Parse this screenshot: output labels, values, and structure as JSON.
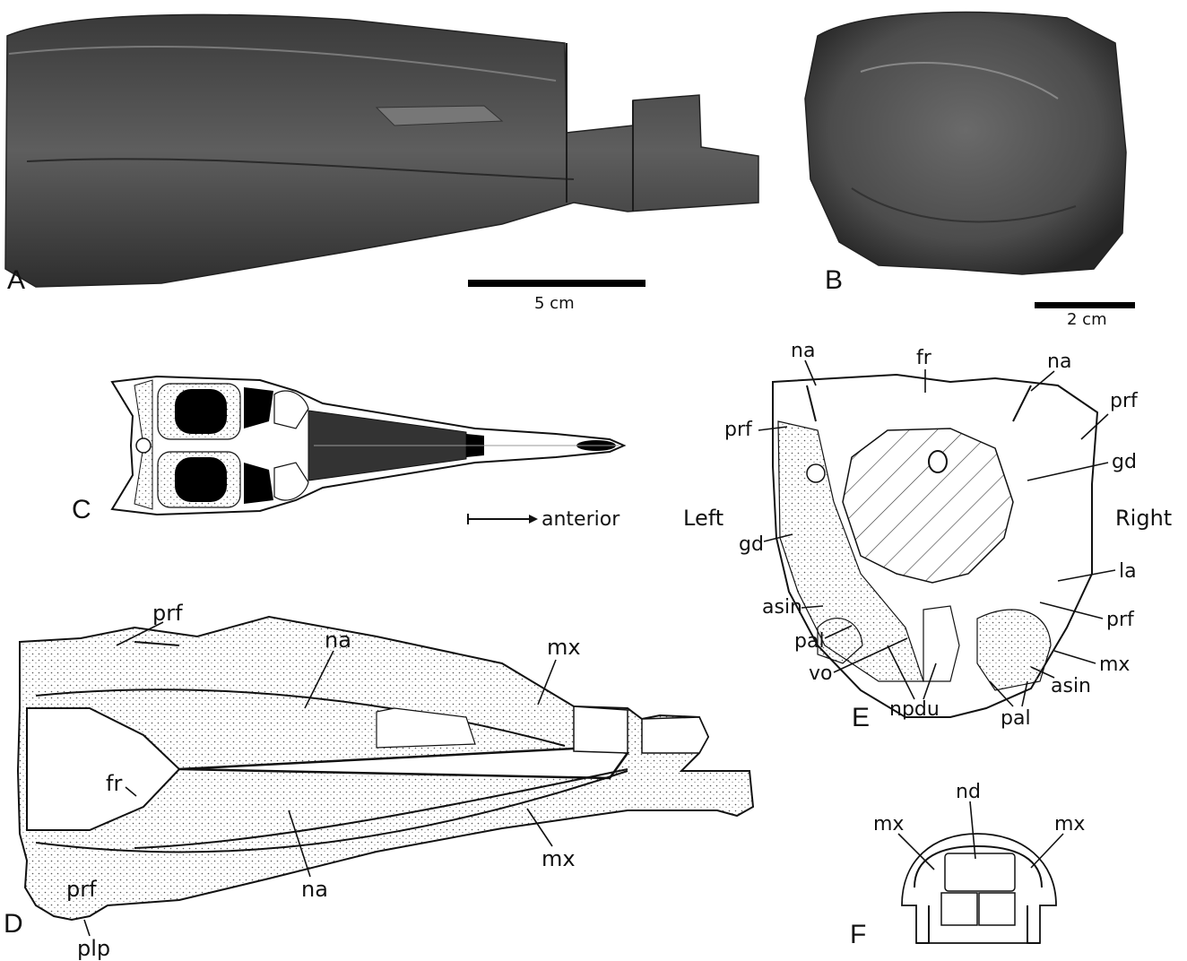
{
  "panels": {
    "A": "A",
    "B": "B",
    "C": "C",
    "D": "D",
    "E": "E",
    "F": "F"
  },
  "scalebars": {
    "A": "5 cm",
    "B": "2 cm"
  },
  "orientation": {
    "arrow_label": "anterior"
  },
  "panel_D_labels": {
    "prf_top": "prf",
    "na_top": "na",
    "mx_top": "mx",
    "fr": "fr",
    "mx_bottom": "mx",
    "na_bottom": "na",
    "prf_bottom": "prf",
    "plp": "plp"
  },
  "panel_E_labels": {
    "na_left": "na",
    "fr": "fr",
    "na_right": "na",
    "prf_left": "prf",
    "prf_right": "prf",
    "gd_right": "gd",
    "left": "Left",
    "right": "Right",
    "gd_left": "gd",
    "la": "la",
    "asin_left": "asin",
    "prf_lower": "prf",
    "pal_left": "pal",
    "mx": "mx",
    "vo": "vo",
    "asin_right": "asin",
    "npdu": "npdu",
    "pal_bottom": "pal"
  },
  "panel_F_labels": {
    "nd": "nd",
    "mx_left": "mx",
    "mx_right": "mx"
  }
}
